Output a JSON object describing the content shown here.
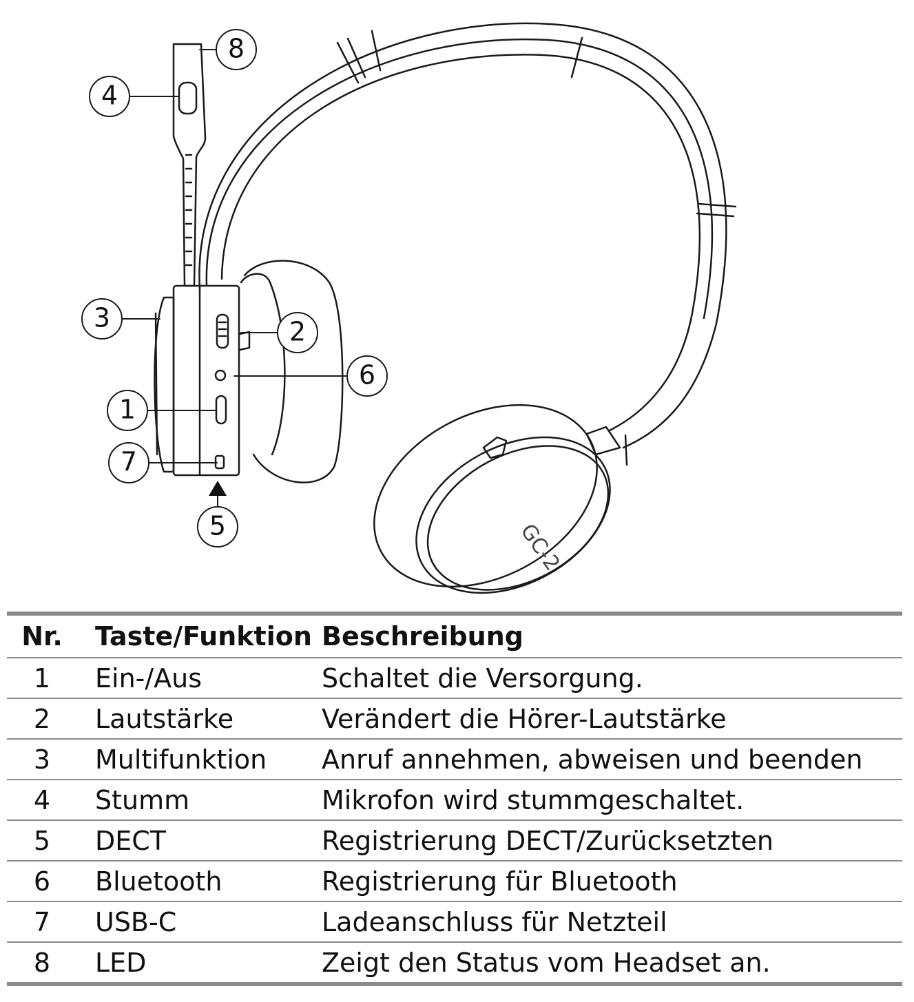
{
  "diagram": {
    "model_label": "GC-2",
    "callouts": [
      {
        "id": "1"
      },
      {
        "id": "2"
      },
      {
        "id": "3"
      },
      {
        "id": "4"
      },
      {
        "id": "5"
      },
      {
        "id": "6"
      },
      {
        "id": "7"
      },
      {
        "id": "8"
      }
    ]
  },
  "table": {
    "headers": {
      "nr": "Nr.",
      "key": "Taste/Funktion",
      "desc": "Beschreibung"
    },
    "rows": [
      {
        "nr": "1",
        "key": "Ein-/Aus",
        "desc": "Schaltet die Versorgung."
      },
      {
        "nr": "2",
        "key": "Lautstärke",
        "desc": "Verändert die Hörer-Lautstärke"
      },
      {
        "nr": "3",
        "key": "Multifunktion",
        "desc": "Anruf annehmen, abweisen und beenden"
      },
      {
        "nr": "4",
        "key": "Stumm",
        "desc": "Mikrofon wird stummgeschaltet."
      },
      {
        "nr": "5",
        "key": "DECT",
        "desc": "Registrierung DECT/Zurücksetzten"
      },
      {
        "nr": "6",
        "key": "Bluetooth",
        "desc": "Registrierung für Bluetooth"
      },
      {
        "nr": "7",
        "key": "USB-C",
        "desc": "Ladeanschluss für Netzteil"
      },
      {
        "nr": "8",
        "key": "LED",
        "desc": "Zeigt den Status vom Headset an."
      }
    ]
  }
}
